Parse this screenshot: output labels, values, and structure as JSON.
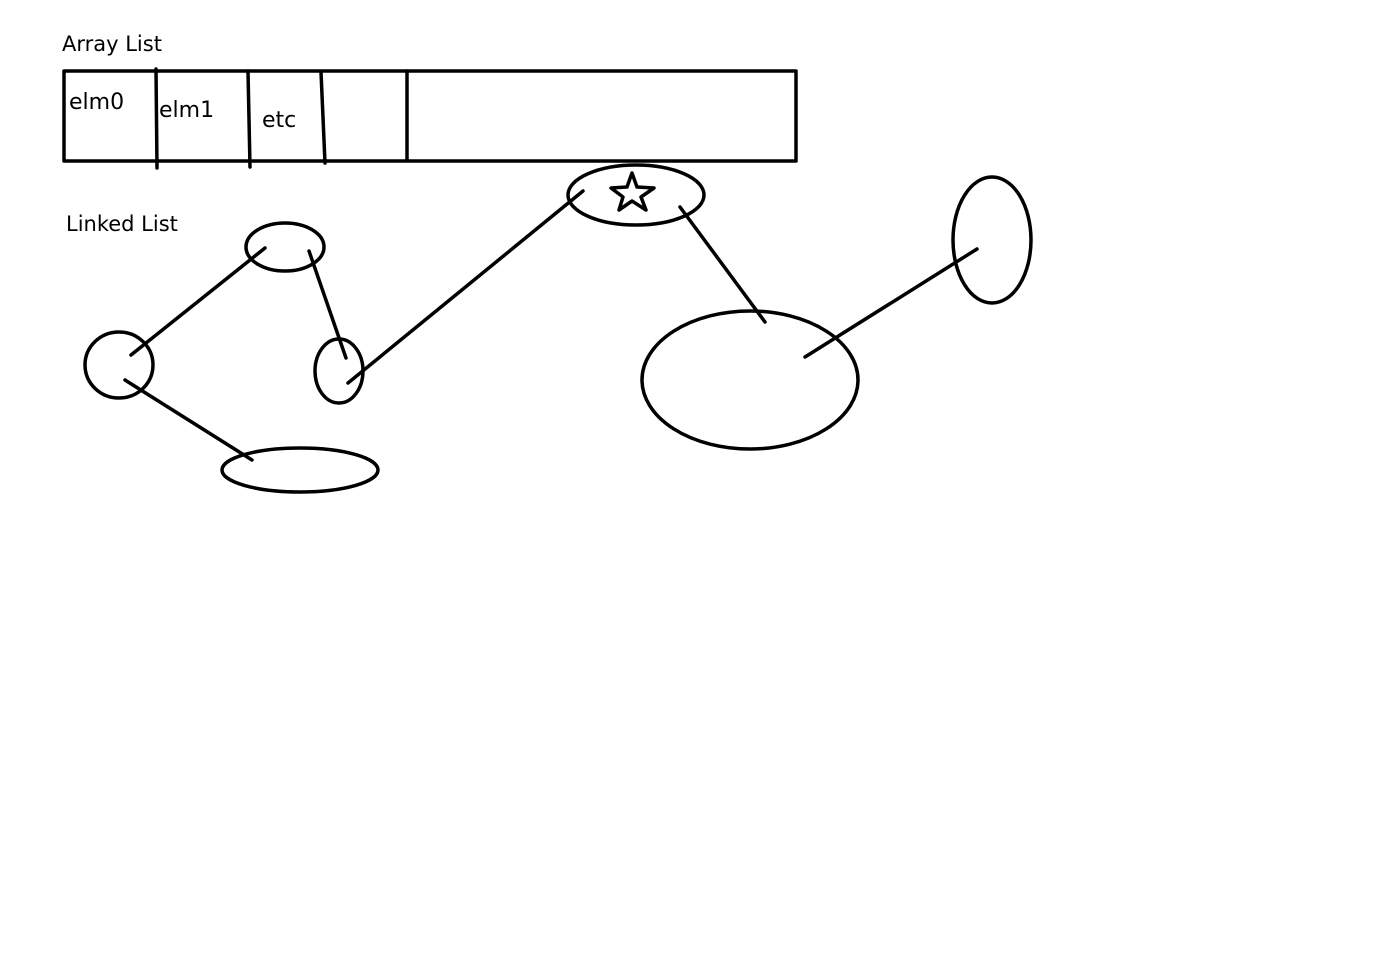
{
  "array_list": {
    "title": "Array List",
    "cells": [
      "elm0",
      "elm1",
      "etc",
      "",
      ""
    ]
  },
  "linked_list": {
    "title": "Linked List",
    "marked_node_icon": "star-icon"
  },
  "colors": {
    "ink": "#000000",
    "background": "#ffffff"
  }
}
